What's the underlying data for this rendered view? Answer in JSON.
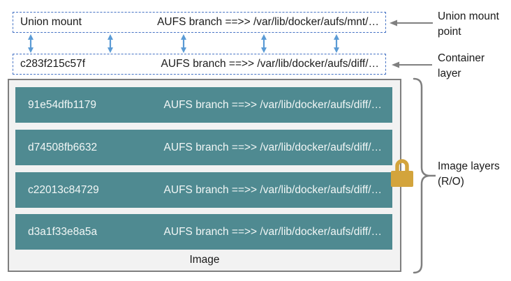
{
  "diagram": {
    "union_mount": {
      "left": "Union mount",
      "right": "AUFS branch ==>> /var/lib/docker/aufs/mnt/…"
    },
    "container": {
      "left": "c283f215c57f",
      "right": "AUFS branch ==>> /var/lib/docker/aufs/diff/…"
    },
    "image_box": {
      "label": "Image",
      "layers": [
        {
          "id": "91e54dfb1179",
          "branch": "AUFS branch ==>> /var/lib/docker/aufs/diff/…"
        },
        {
          "id": "d74508fb6632",
          "branch": "AUFS branch ==>> /var/lib/docker/aufs/diff/…"
        },
        {
          "id": "c22013c84729",
          "branch": "AUFS branch ==>> /var/lib/docker/aufs/diff/…"
        },
        {
          "id": "d3a1f33e8a5a",
          "branch": "AUFS branch ==>> /var/lib/docker/aufs/diff/…"
        }
      ]
    },
    "annotations": {
      "union_mount_point": "Union mount point",
      "container_layer": "Container layer",
      "image_layers": "Image layers (R/O)"
    },
    "icons": {
      "lock": "lock-icon",
      "double_arrow": "double-arrow-icon",
      "left_arrow": "left-arrow-icon",
      "brace": "curly-brace-icon"
    },
    "colors": {
      "layer_fill": "#4F8A91",
      "layer_text": "#F2F7F6",
      "dashed_border": "#4472C4",
      "blue_arrow": "#5B9BD5",
      "image_box_fill": "#F2F2F2",
      "image_box_border": "#7F7F7F",
      "lock_gold": "#D3A43C",
      "annotation_gray": "#808080"
    }
  }
}
